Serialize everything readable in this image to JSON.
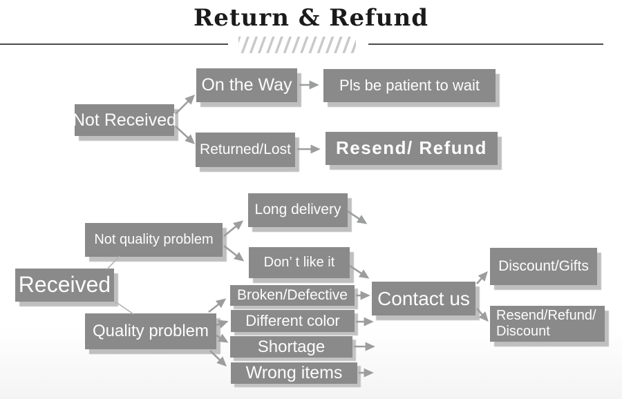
{
  "title": "Return & Refund",
  "colors": {
    "box_fill": "#8a8a8a",
    "box_shadow": "#bfbfbf",
    "box_text": "#fdfdfd",
    "arrow": "#9c9d9d",
    "title_text": "#1b1b1b",
    "divider": "#4b4b4b",
    "hatch": "#c9c9c9",
    "background": "#ffffff"
  },
  "nodes": {
    "not_received": {
      "label": "Not Received"
    },
    "on_the_way": {
      "label": "On the Way"
    },
    "pls_wait": {
      "label": "Pls be patient to wait"
    },
    "returned_lost": {
      "label": "Returned/Lost"
    },
    "resend_refund": {
      "label": "Resend/ Refund"
    },
    "received": {
      "label": "Received"
    },
    "not_quality_problem": {
      "label": "Not quality problem"
    },
    "long_delivery": {
      "label": "Long delivery"
    },
    "dont_like_it": {
      "label": "Don’ t like it"
    },
    "quality_problem": {
      "label": "Quality problem"
    },
    "broken_defective": {
      "label": "Broken/Defective"
    },
    "different_color": {
      "label": "Different color"
    },
    "shortage": {
      "label": "Shortage"
    },
    "wrong_items": {
      "label": "Wrong items"
    },
    "contact_us": {
      "label": "Contact us"
    },
    "discount_gifts": {
      "label": "Discount/Gifts"
    },
    "resend_refund_discount": {
      "line1": "Resend/Refund/",
      "line2": "Discount"
    }
  },
  "edges": [
    {
      "from": "not_received",
      "to": "on_the_way"
    },
    {
      "from": "not_received",
      "to": "returned_lost"
    },
    {
      "from": "on_the_way",
      "to": "pls_wait"
    },
    {
      "from": "returned_lost",
      "to": "resend_refund"
    },
    {
      "from": "received",
      "to": "not_quality_problem"
    },
    {
      "from": "received",
      "to": "quality_problem"
    },
    {
      "from": "not_quality_problem",
      "to": "long_delivery"
    },
    {
      "from": "not_quality_problem",
      "to": "dont_like_it"
    },
    {
      "from": "long_delivery",
      "to": null
    },
    {
      "from": "dont_like_it",
      "to": "contact_us"
    },
    {
      "from": "quality_problem",
      "to": "broken_defective"
    },
    {
      "from": "quality_problem",
      "to": "different_color"
    },
    {
      "from": "quality_problem",
      "to": "shortage"
    },
    {
      "from": "quality_problem",
      "to": "wrong_items"
    },
    {
      "from": "broken_defective",
      "to": "contact_us"
    },
    {
      "from": "different_color",
      "to": null
    },
    {
      "from": "shortage",
      "to": null
    },
    {
      "from": "wrong_items",
      "to": null
    },
    {
      "from": "contact_us",
      "to": "discount_gifts"
    },
    {
      "from": "contact_us",
      "to": "resend_refund_discount"
    }
  ]
}
